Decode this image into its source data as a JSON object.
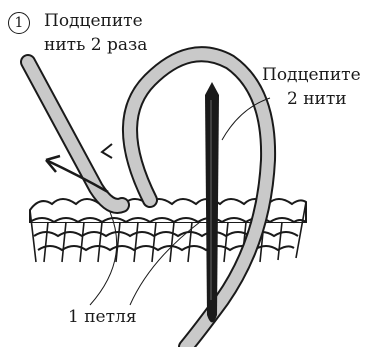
{
  "step": {
    "number": "1"
  },
  "labels": {
    "hook_twice_line1": "Подцепите",
    "hook_twice_line2": "нить 2 раза",
    "hook_threads_line1": "Подцепите",
    "hook_threads_line2": "2 нити",
    "one_loop": "1 петля"
  },
  "icons": {
    "direction_arrow": "arrow-icon",
    "needle": "knitting-needle-icon",
    "yarn": "yarn-strand-icon"
  },
  "colors": {
    "ink": "#1a1a1a",
    "yarn_fill": "#c9c9c9",
    "background": "#ffffff"
  }
}
